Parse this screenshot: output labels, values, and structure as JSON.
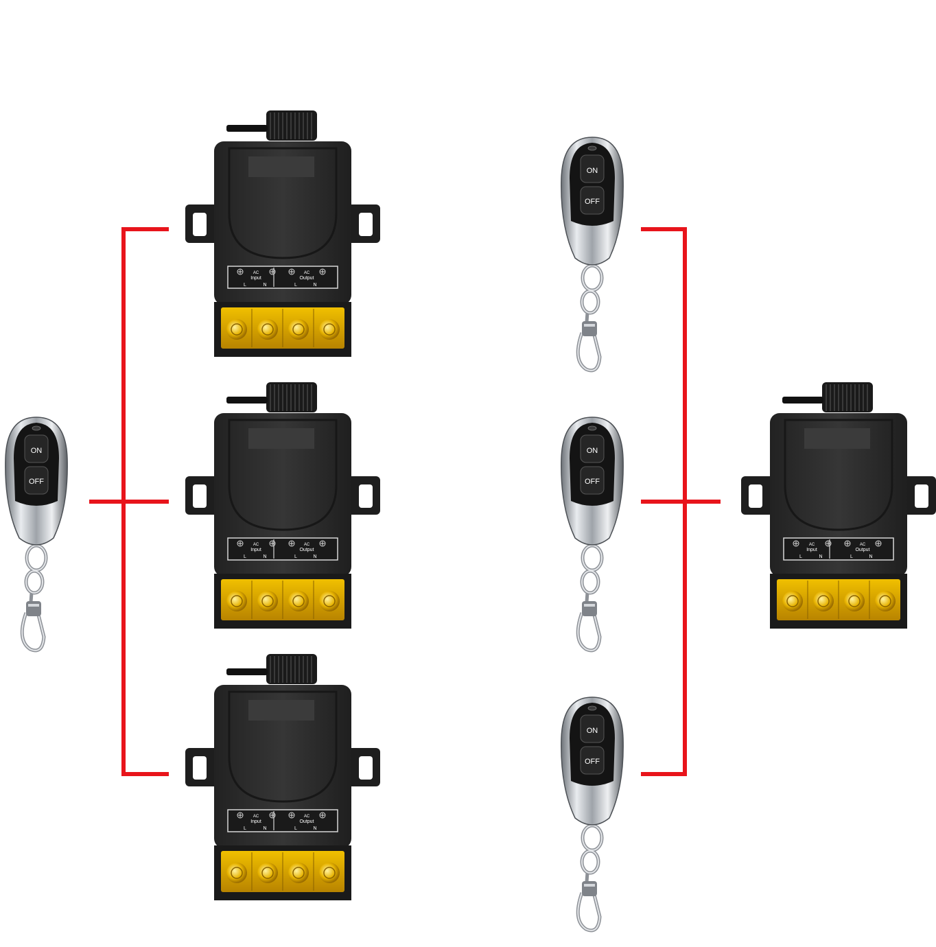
{
  "colors": {
    "background": "#ffffff",
    "connector": "#e8141b",
    "housing": "#2e2e2e",
    "terminal_block": "#d9a300",
    "remote_body": "#1b1b1b",
    "remote_chrome": "#b8bcc2"
  },
  "remote": {
    "on_label": "ON",
    "off_label": "OFF"
  },
  "receiver": {
    "input_top": "AC",
    "input_bottom": "Input",
    "output_top": "AC",
    "output_bottom": "Output",
    "l_label": "L",
    "n_label": "N"
  },
  "diagram": {
    "left_group": {
      "remotes": 1,
      "receivers": 3
    },
    "right_group": {
      "remotes": 3,
      "receivers": 1
    }
  }
}
